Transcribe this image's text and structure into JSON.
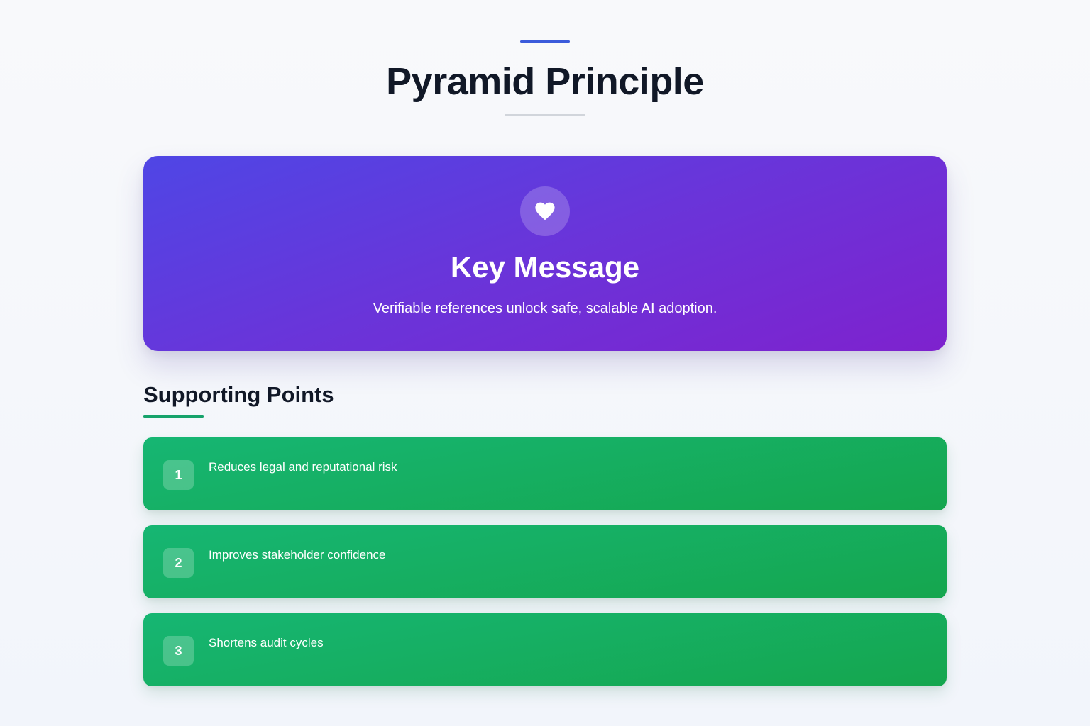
{
  "header": {
    "title": "Pyramid Principle"
  },
  "key_message": {
    "icon": "heart-icon",
    "title": "Key Message",
    "text": "Verifiable references unlock safe, scalable AI adoption."
  },
  "supporting": {
    "heading": "Supporting Points",
    "points": [
      {
        "number": "1",
        "text": "Reduces legal and reputational risk"
      },
      {
        "number": "2",
        "text": "Improves stakeholder confidence"
      },
      {
        "number": "3",
        "text": "Shortens audit cycles"
      }
    ]
  },
  "colors": {
    "accent_blue": "#3b5bdb",
    "key_gradient_start": "#4f46e5",
    "key_gradient_end": "#7e22ce",
    "point_green_start": "#16b673",
    "point_green_end": "#15a64e",
    "text_dark": "#111827"
  }
}
